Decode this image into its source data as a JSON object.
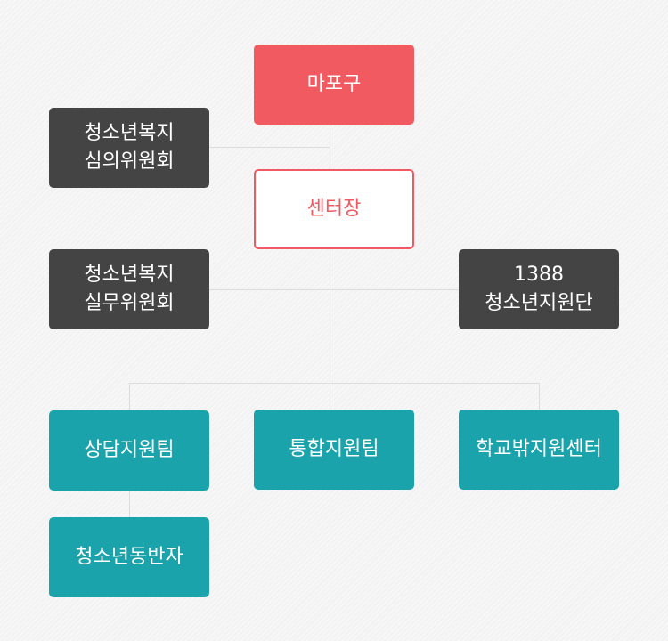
{
  "org_chart": {
    "top": "마포구",
    "head": "센터장",
    "advisory_committees": {
      "left_top": "청소년복지\n심의위원회",
      "left_bottom": "청소년복지\n실무위원회",
      "right": "1388\n청소년지원단"
    },
    "teams": [
      "상담지원팀",
      "통합지원팀",
      "학교밖지원센터"
    ],
    "sub_team": "청소년동반자"
  },
  "colors": {
    "primary_red": "#f15a60",
    "dark_gray": "#444444",
    "teal": "#1ba3ac",
    "connector": "#dcdcdc"
  }
}
